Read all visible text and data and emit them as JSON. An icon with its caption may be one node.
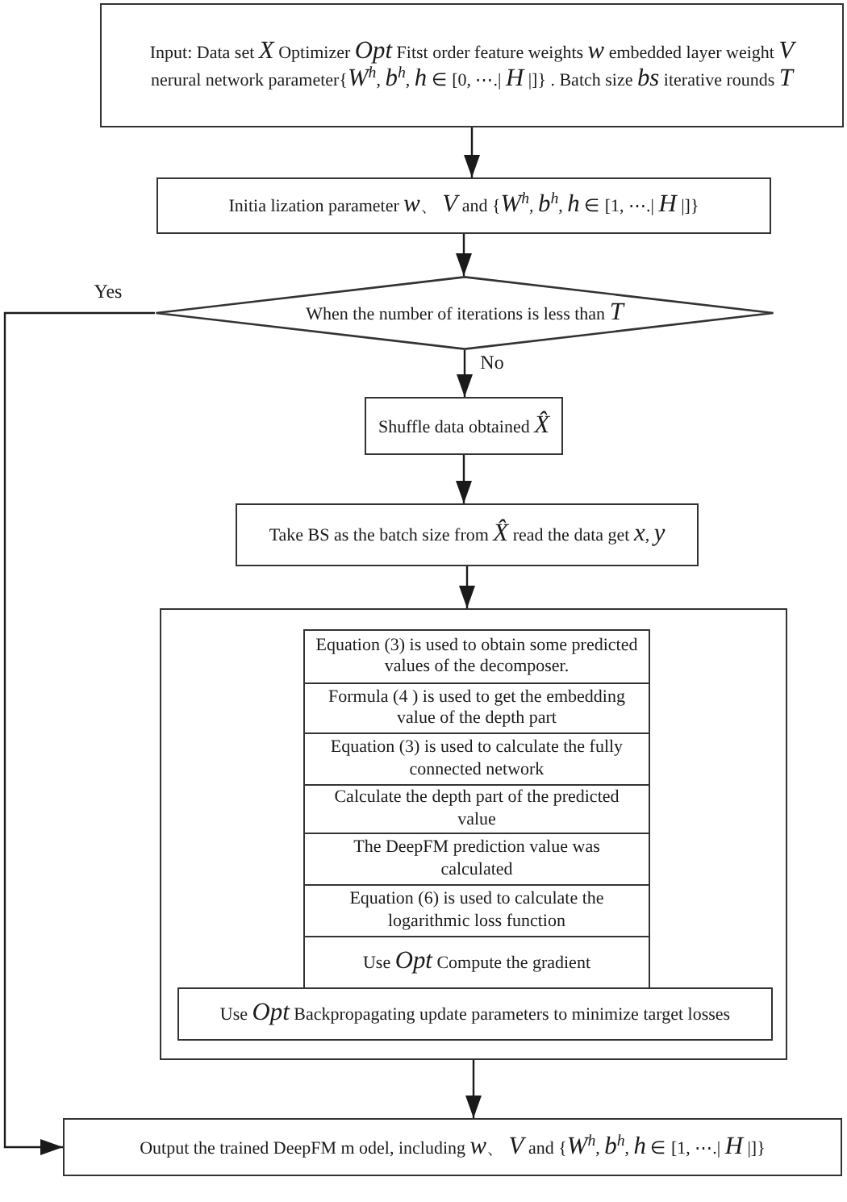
{
  "diagram": {
    "nodes": [
      {
        "text": [
          "Input: Data set *X* Optimizer *Opt* Fitst order feature weights *w* embedded layer weight *V* nerural network parameter{*W*$^{h}$, *b*$^{h}$, *h* ∈ [0, ⋯.| *H* |]} . Batch size *bs* iterative rounds *T*"
        ]
      },
      {
        "text": [
          "Initia lization parameter *w*、 *V* and {*W*$^{h}$, *b*$^{h}$, *h* ∈ [1, ⋯.| *H* |]}"
        ]
      },
      {
        "text": [
          "When the number of iterations is less than *T*"
        ]
      },
      {
        "text": [
          "Shuffle data obtained *X̂*"
        ]
      },
      {
        "text": [
          "Take BS as the batch size from *X̂* read the data get *x*, *y*"
        ]
      },
      {
        "text": [],
        "shape": "box"
      },
      {
        "text": [
          "Equation (3) is used to obtain some predicted values of the decomposer."
        ],
        "in": 5
      },
      {
        "text": [
          "Formula (4 ) is used to get the embedding value of the depth part"
        ],
        "in": 5
      },
      {
        "text": [
          "Equation (3) is used to calculate the fully connected network"
        ],
        "in": 5
      },
      {
        "text": [
          "Calculate the depth part of the predicted value"
        ],
        "in": 5
      },
      {
        "text": [
          "The DeepFM prediction value was calculated"
        ],
        "in": 5
      },
      {
        "text": [
          "Equation (6) is used to calculate the logarithmic loss function"
        ],
        "in": 5
      },
      {
        "text": [
          "Use *Opt* Compute the gradient"
        ],
        "in": 5
      },
      {
        "text": [
          "Use *Opt* Backpropagating update parameters to minimize target losses"
        ],
        "in": 5
      },
      {
        "text": [
          "Output the trained DeepFM m odel, including *w*、 *V* and {*W*$^{h}$, *b*$^{h}$, *h* ∈ [1, ⋯.| *H* |]}"
        ]
      }
    ],
    "edges": [
      {
        "from": 0,
        "to": 1,
        "arrow": "to"
      },
      {
        "from": 1,
        "to": 2,
        "arrow": "to"
      },
      {
        "from": 2,
        "to": 14,
        "arrow": "to",
        "label": "Yes"
      },
      {
        "from": 2,
        "to": 3,
        "arrow": "to",
        "label": "No"
      },
      {
        "from": 3,
        "to": 4,
        "arrow": "to"
      },
      {
        "from": 4,
        "to": 5,
        "arrow": "to"
      },
      {
        "from": 5,
        "to": 14,
        "arrow": "to"
      }
    ]
  }
}
